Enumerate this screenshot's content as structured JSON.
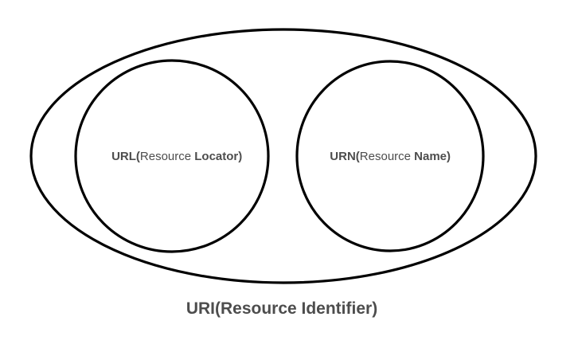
{
  "outer": {
    "label": "URI(Resource Identifier)"
  },
  "url_circle": {
    "prefix": "URL(",
    "middle": "Resource ",
    "suffix": "Locator)"
  },
  "urn_circle": {
    "prefix": "URN(",
    "middle": "Resource ",
    "suffix": "Name)"
  },
  "colors": {
    "stroke": "#000000",
    "text": "#4d4d4d",
    "background": "#ffffff"
  }
}
